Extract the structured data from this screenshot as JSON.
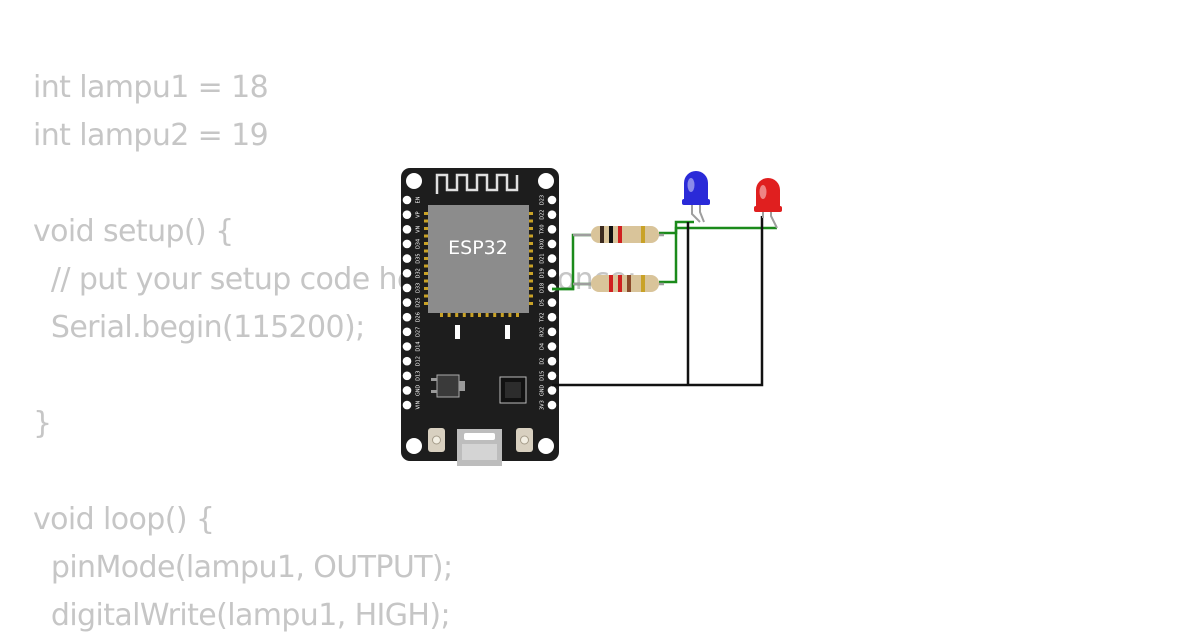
{
  "code": {
    "lines": [
      "int lampu1 = 18",
      "int lampu2 = 19",
      "",
      "void setup() {",
      "  // put your setup code here, to run once:",
      "  Serial.begin(115200);",
      "",
      "}",
      "",
      "void loop() {",
      "  pinMode(lampu1, OUTPUT);",
      "  digitalWrite(lampu1, HIGH);"
    ]
  },
  "board": {
    "module_label": "ESP32",
    "left_pins": [
      "EN",
      "VP",
      "VN",
      "D34",
      "D35",
      "D32",
      "D33",
      "D25",
      "D26",
      "D27",
      "D14",
      "D12",
      "D13",
      "GND",
      "VIN"
    ],
    "right_pins": [
      "D23",
      "D22",
      "TX0",
      "RX0",
      "D21",
      "D19",
      "D18",
      "D5",
      "TX2",
      "RX2",
      "D4",
      "D2",
      "D15",
      "GND",
      "3V3"
    ]
  },
  "components": {
    "led_1": {
      "color": "blue",
      "hex": "#2a2ad8"
    },
    "led_2": {
      "color": "red",
      "hex": "#e01f1f"
    }
  },
  "colors": {
    "board": "#1d1d1d",
    "module_shield": "#8c8c8c",
    "signal_wire": "#1b8a1b",
    "ground_wire": "#111111",
    "code_text": "#c6c6c6"
  }
}
